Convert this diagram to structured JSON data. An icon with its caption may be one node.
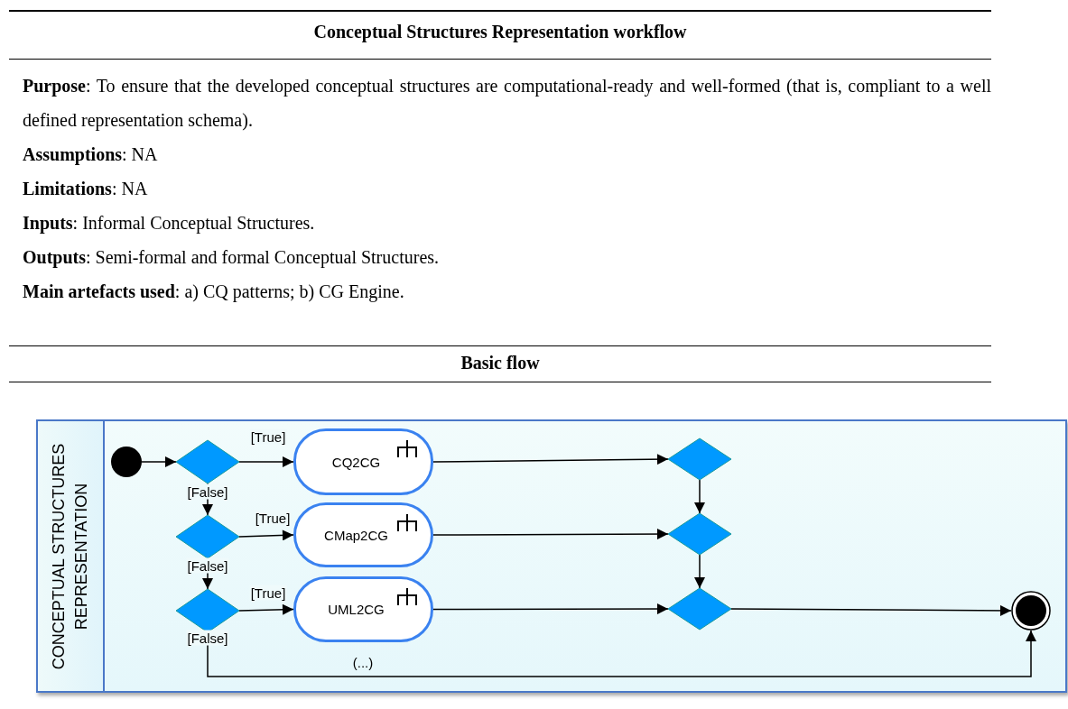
{
  "diagram": {
    "title": "Conceptual Structures Representation workflow",
    "nodes": [
      {
        "text": [
          "CONCEPTUAL STRUCTURES REPRESENTATION"
        ]
      },
      {
        "text": [],
        "shape": "circle",
        "in": 0
      },
      {
        "text": [],
        "shape": "diamond",
        "in": 0
      },
      {
        "text": [
          "CQ2CG"
        ],
        "in": 0
      },
      {
        "text": [],
        "shape": "diamond",
        "in": 0
      },
      {
        "text": [
          "CMap2CG"
        ],
        "in": 0
      },
      {
        "text": [],
        "shape": "diamond",
        "in": 0
      },
      {
        "text": [
          "UML2CG"
        ],
        "in": 0
      },
      {
        "text": [],
        "shape": "diamond",
        "in": 0
      },
      {
        "text": [],
        "shape": "diamond",
        "in": 0
      },
      {
        "text": [],
        "shape": "diamond",
        "in": 0
      },
      {
        "text": [],
        "shape": "circle",
        "in": 0
      }
    ],
    "edges": [
      {
        "from": 1,
        "to": 2,
        "arrow": "to"
      },
      {
        "from": 2,
        "to": 3,
        "arrow": "to",
        "label": "[True]"
      },
      {
        "from": 2,
        "to": 4,
        "arrow": "to",
        "label": "[False]"
      },
      {
        "from": 4,
        "to": 5,
        "arrow": "to",
        "label": "[True]"
      },
      {
        "from": 4,
        "to": 6,
        "arrow": "to",
        "label": "[False]"
      },
      {
        "from": 6,
        "to": 7,
        "arrow": "to",
        "label": "[True]"
      },
      {
        "from": 6,
        "to": 11,
        "arrow": "to",
        "label": "[False]"
      },
      {
        "from": 3,
        "to": 8,
        "arrow": "to"
      },
      {
        "from": 5,
        "to": 9,
        "arrow": "to"
      },
      {
        "from": 7,
        "to": 10,
        "arrow": "to"
      },
      {
        "from": 8,
        "to": 9,
        "arrow": "to"
      },
      {
        "from": 9,
        "to": 10,
        "arrow": "to"
      },
      {
        "from": 10,
        "to": 11,
        "arrow": "to"
      }
    ],
    "labels": [
      "**Purpose**: To ensure that the developed conceptual structures are computational-ready and well-formed (that is, compliant to a well defined representation schema).",
      "**Assumptions**: NA",
      "**Limitations**: NA",
      "**Inputs**: Informal Conceptual Structures.",
      "**Outputs**: Semi-formal and formal Conceptual Structures.",
      "**Main artefacts used**: a) CQ patterns; b) CG Engine.",
      "Basic flow",
      "(...)"
    ]
  }
}
